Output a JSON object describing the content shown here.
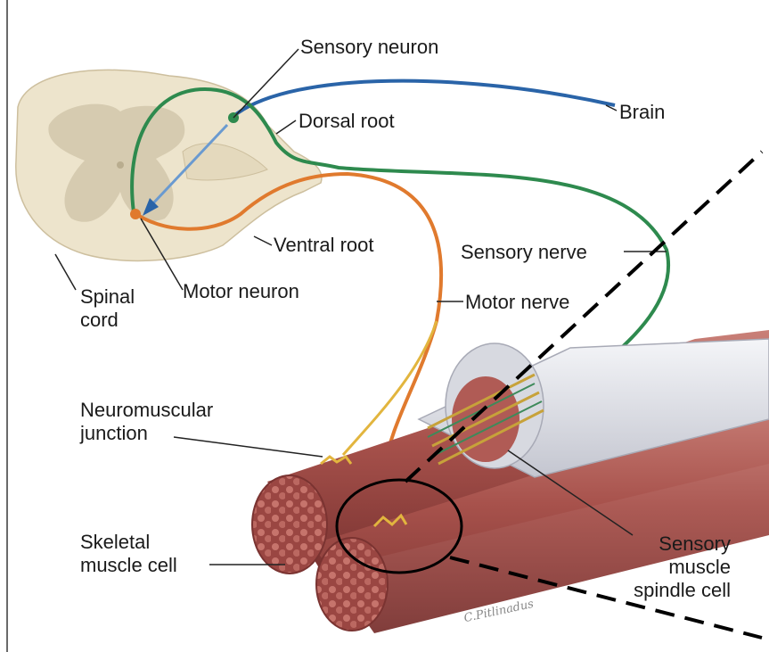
{
  "labels": {
    "sensory_neuron": "Sensory neuron",
    "dorsal_root": "Dorsal root",
    "brain": "Brain",
    "ventral_root": "Ventral root",
    "sensory_nerve": "Sensory nerve",
    "spinal_cord": [
      "Spinal",
      "cord"
    ],
    "motor_neuron": "Motor neuron",
    "motor_nerve": "Motor nerve",
    "neuromuscular_junction": [
      "Neuromuscular",
      "junction"
    ],
    "skeletal_muscle_cell": [
      "Skeletal",
      "muscle cell"
    ],
    "sensory_muscle_spindle_cell": [
      "Sensory",
      "muscle",
      "spindle cell"
    ]
  },
  "artist_signature": "C.Pitlinadus",
  "colors": {
    "sensory_path": "#2e8a4e",
    "motor_path": "#e07a2e",
    "brain_path": "#2a64a8",
    "spinal_tissue": "#ede4cc",
    "gray_matter": "#d6cbb0",
    "muscle": "#a9524e",
    "muscle_end": "#8f3d3a",
    "sheath": "#e6e8ee",
    "leader_line": "#222222",
    "annotation_dash": "#000000"
  }
}
